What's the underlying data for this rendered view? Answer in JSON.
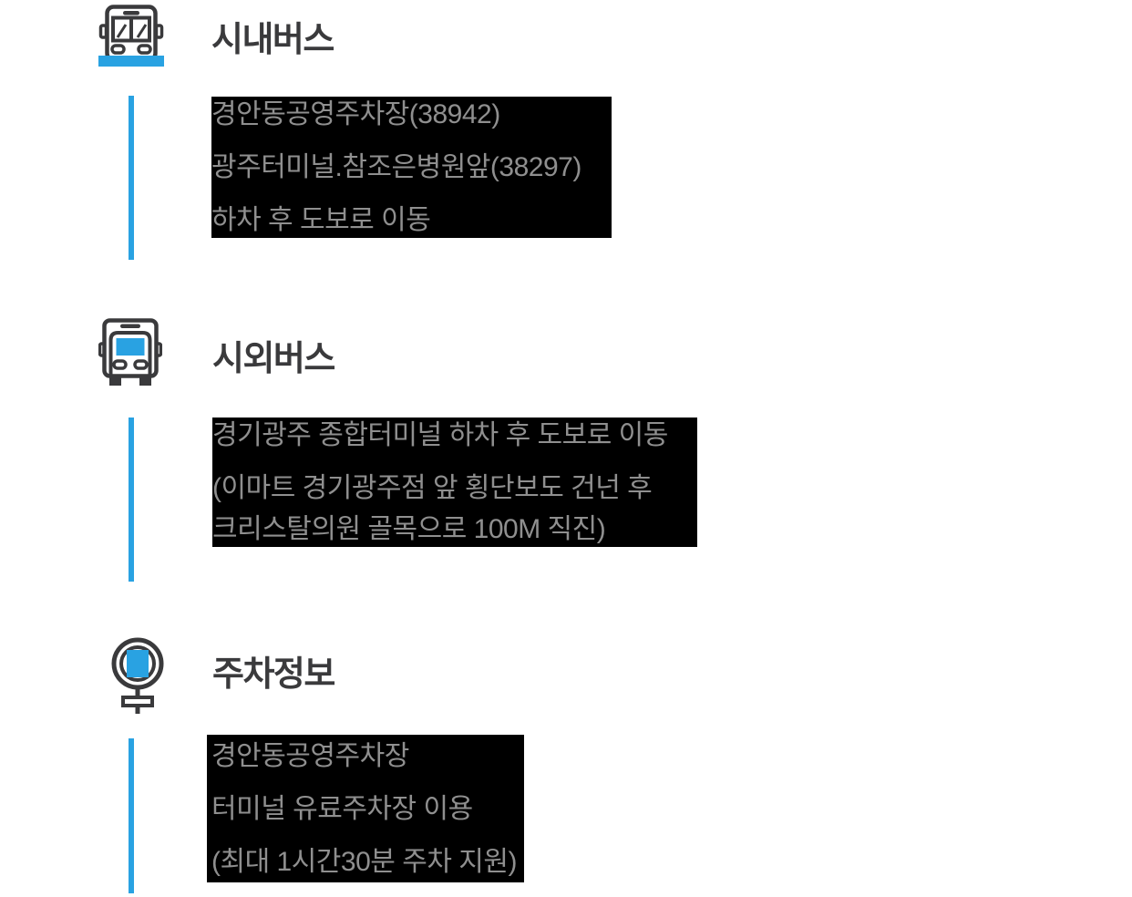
{
  "colors": {
    "accent_blue": "#29a2e2",
    "icon_dark": "#3a3a3c",
    "title_text": "#3a3a3c",
    "body_text": "#8f8f8f",
    "highlight_background": "#000000",
    "page_background": "#ffffff"
  },
  "sections": [
    {
      "id": "city-bus",
      "icon": "city-bus-icon",
      "title": "시내버스",
      "lines": [
        "경안동공영주차장(38942)",
        "광주터미널.참조은병원앞(38297)",
        "하차 후 도보로 이동"
      ]
    },
    {
      "id": "intercity-bus",
      "icon": "intercity-bus-icon",
      "title": "시외버스",
      "lines": [
        "경기광주 종합터미널 하차 후 도보로 이동",
        "(이마트 경기광주점 앞 횡단보도 건넌 후",
        "크리스탈의원 골목으로 100M 직진)"
      ]
    },
    {
      "id": "parking-info",
      "icon": "parking-sign-icon",
      "title": "주차정보",
      "lines": [
        "경안동공영주차장",
        "터미널 유료주차장 이용",
        "(최대 1시간30분 주차 지원)"
      ]
    }
  ]
}
